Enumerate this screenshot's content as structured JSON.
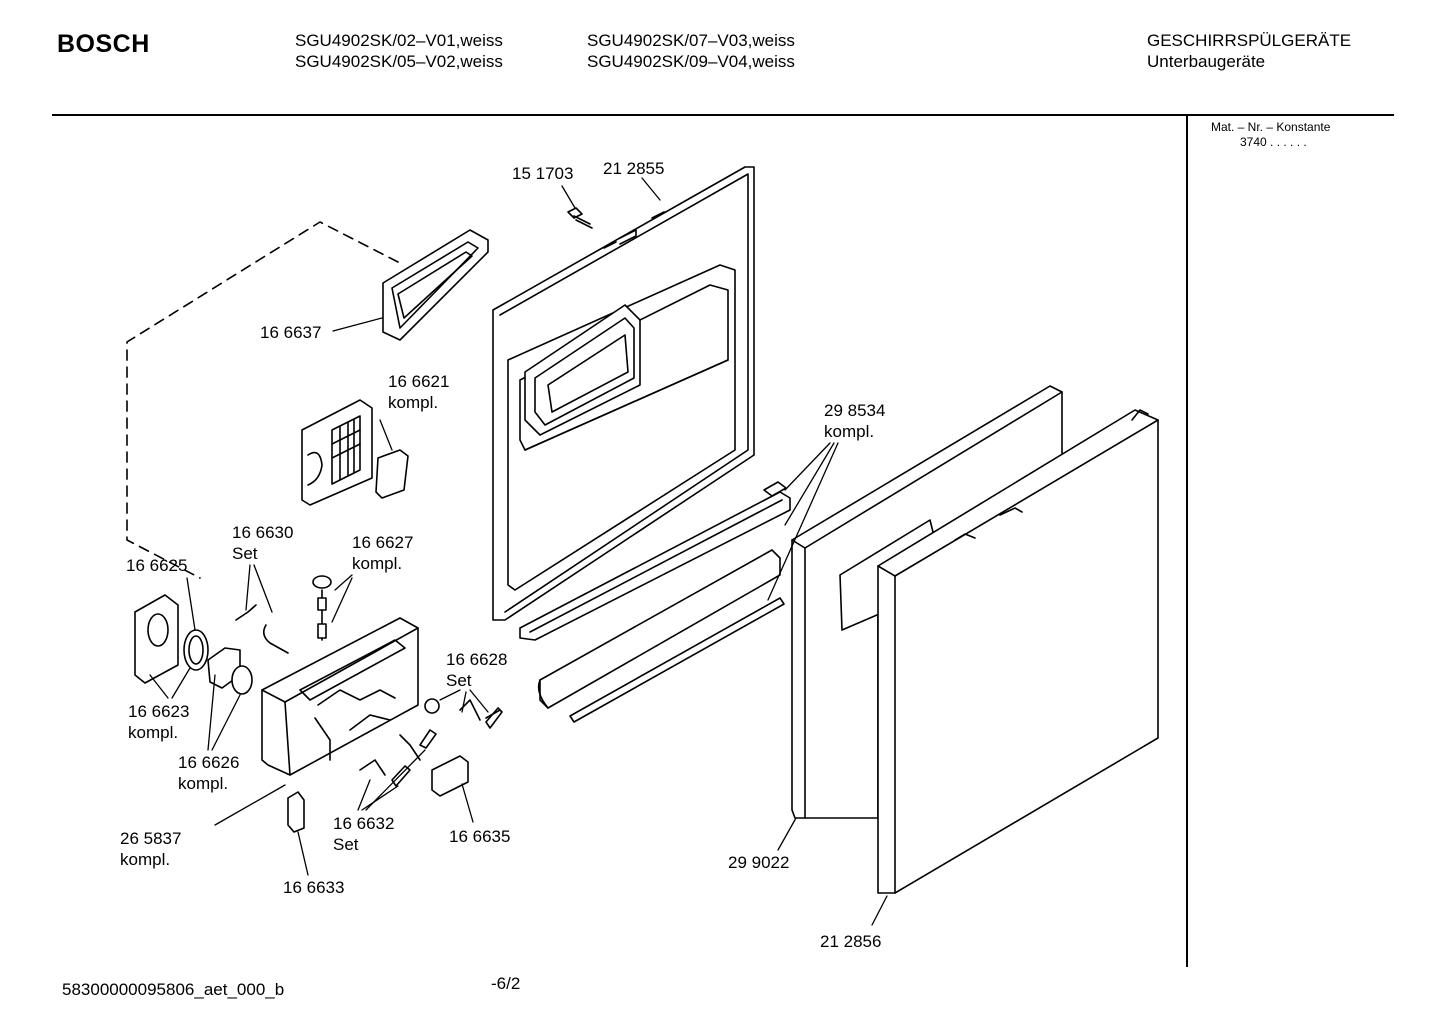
{
  "header": {
    "brand": "BOSCH",
    "models_col1": [
      "SGU4902SK/02–V01,weiss",
      "SGU4902SK/05–V02,weiss"
    ],
    "models_col2": [
      "SGU4902SK/07–V03,weiss",
      "SGU4902SK/09–V04,weiss"
    ],
    "category": "GESCHIRRSPÜLGERÄTE",
    "subcategory": "Unterbaugeräte"
  },
  "side_panel": {
    "mat_label": "Mat. – Nr. – Konstante",
    "mat_value": "3740 . .   . . . ."
  },
  "parts": [
    {
      "id": "p151703",
      "lines": [
        "15 1703"
      ]
    },
    {
      "id": "p212855",
      "lines": [
        "21 2855"
      ]
    },
    {
      "id": "p166637",
      "lines": [
        "16 6637"
      ]
    },
    {
      "id": "p166621",
      "lines": [
        "16 6621",
        "kompl."
      ]
    },
    {
      "id": "p298534",
      "lines": [
        "29 8534",
        "kompl."
      ]
    },
    {
      "id": "p166630",
      "lines": [
        "16 6630",
        "Set"
      ]
    },
    {
      "id": "p166627",
      "lines": [
        "16 6627",
        "kompl."
      ]
    },
    {
      "id": "p166625",
      "lines": [
        "16 6625"
      ]
    },
    {
      "id": "p166628",
      "lines": [
        "16 6628",
        "Set"
      ]
    },
    {
      "id": "p166623",
      "lines": [
        "16 6623",
        "kompl."
      ]
    },
    {
      "id": "p166626",
      "lines": [
        "16 6626",
        "kompl."
      ]
    },
    {
      "id": "p265837",
      "lines": [
        "26 5837",
        "kompl."
      ]
    },
    {
      "id": "p166632",
      "lines": [
        "16 6632",
        "Set"
      ]
    },
    {
      "id": "p166635",
      "lines": [
        "16 6635"
      ]
    },
    {
      "id": "p299022",
      "lines": [
        "29 9022"
      ]
    },
    {
      "id": "p166633",
      "lines": [
        "16 6633"
      ]
    },
    {
      "id": "p212856",
      "lines": [
        "21 2856"
      ]
    }
  ],
  "footer": {
    "doc_id": "58300000095806_aet_000_b",
    "page": "-6/2"
  }
}
